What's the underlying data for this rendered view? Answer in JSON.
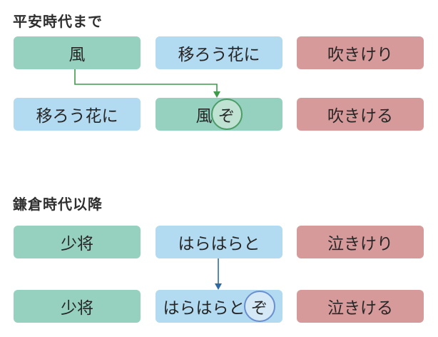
{
  "section1": {
    "heading": "平安時代まで",
    "row1": [
      "風",
      "移ろう花に",
      "吹きけり"
    ],
    "row2": {
      "col1": "移ろう花に",
      "col2_word": "風",
      "col2_particle": "ぞ",
      "col3": "吹きける"
    }
  },
  "section2": {
    "heading": "鎌倉時代以降",
    "row1": [
      "少将",
      "はらはらと",
      "泣きけり"
    ],
    "row2": {
      "col1": "少将",
      "col2_word": "はらはらと",
      "col2_particle": "ぞ",
      "col3": "泣きける"
    }
  },
  "colors": {
    "green": "#96d1bf",
    "blue": "#b2daf0",
    "red": "#d79a9a",
    "arrow_green": "#3f9a4a",
    "arrow_blue": "#2b6aa6"
  }
}
